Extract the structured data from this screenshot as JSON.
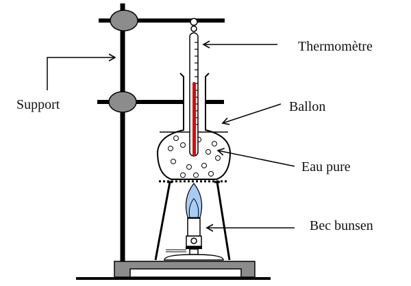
{
  "labels": {
    "support": "Support",
    "thermometer": "Thermomètre",
    "flask": "Ballon",
    "water": "Eau pure",
    "burner": "Bec bunsen"
  },
  "colors": {
    "line": "#000000",
    "clamp": "#8c8c8c",
    "mercury": "#d01010",
    "flame": "#a8ccf5",
    "base": "#8c8c8c"
  }
}
